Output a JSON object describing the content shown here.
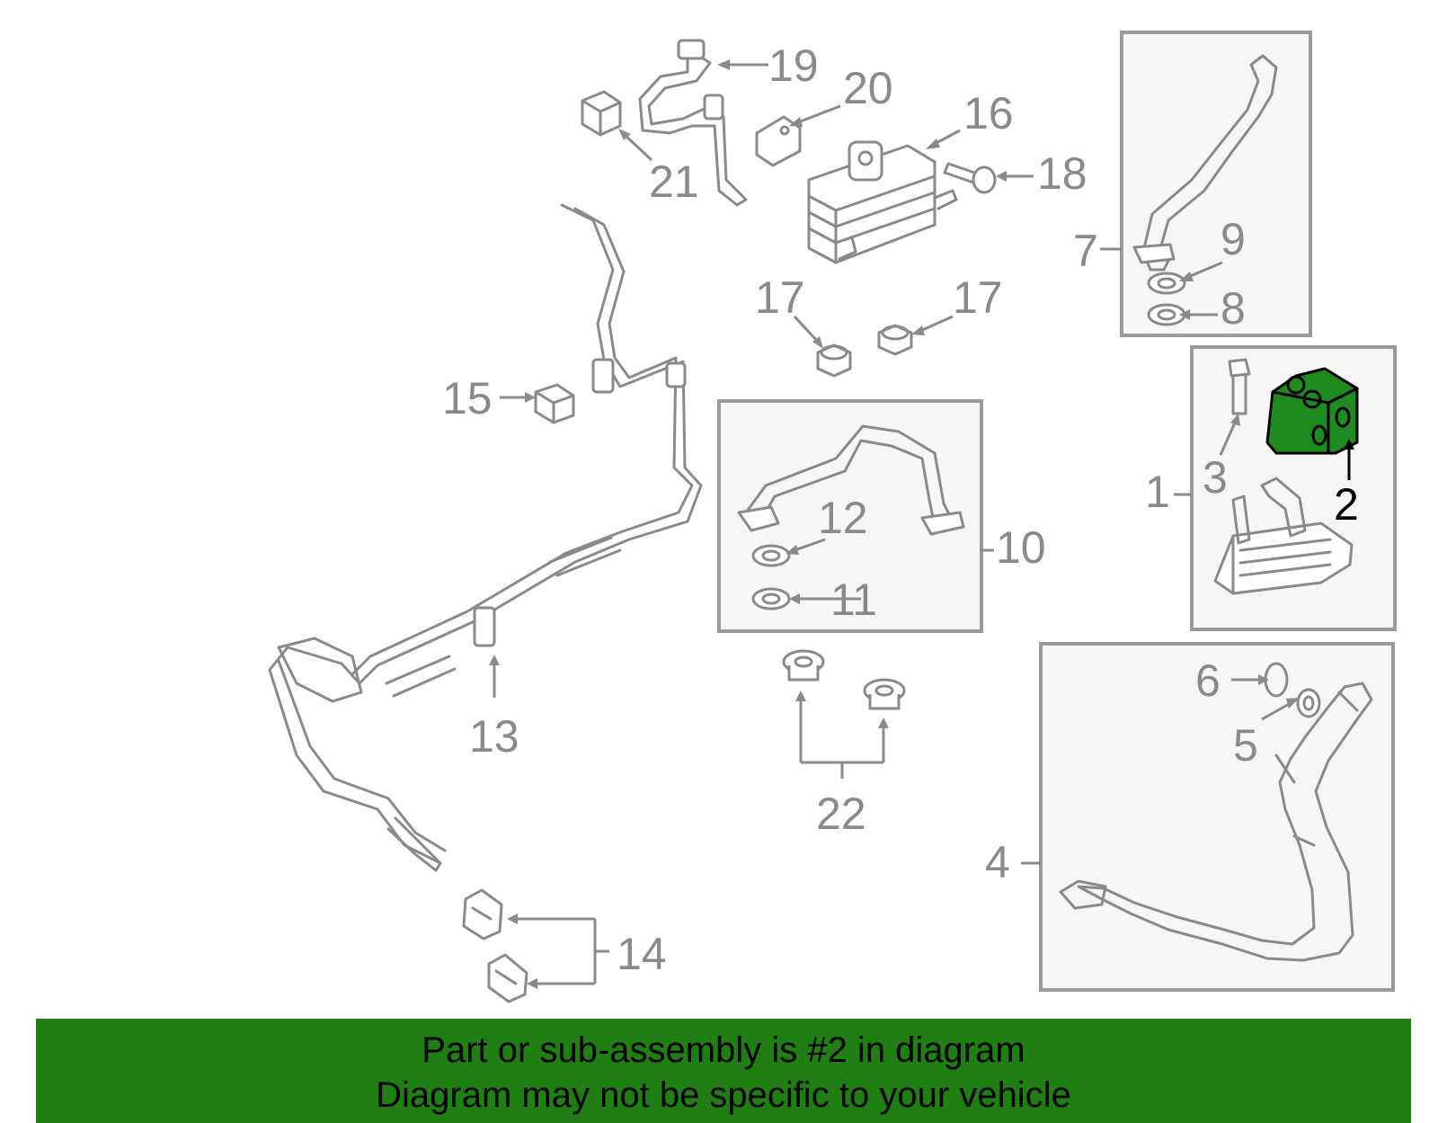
{
  "callouts": {
    "c1": "1",
    "c2": "2",
    "c3": "3",
    "c4": "4",
    "c5": "5",
    "c6": "6",
    "c7": "7",
    "c8": "8",
    "c9": "9",
    "c10": "10",
    "c11": "11",
    "c12": "12",
    "c13": "13",
    "c14": "14",
    "c15": "15",
    "c16": "16",
    "c17a": "17",
    "c17b": "17",
    "c18": "18",
    "c19": "19",
    "c20": "20",
    "c21": "21",
    "c22": "22"
  },
  "highlighted_part": "2",
  "colors": {
    "banner_bg": "#1f7f12",
    "highlight_fill": "#1f8a1f",
    "line_gray": "#8a8a8a",
    "box_fill": "#f6f6f6"
  },
  "banner": {
    "line1": "Part or sub-assembly is #2 in diagram",
    "line2": "Diagram may not be specific to your vehicle"
  }
}
